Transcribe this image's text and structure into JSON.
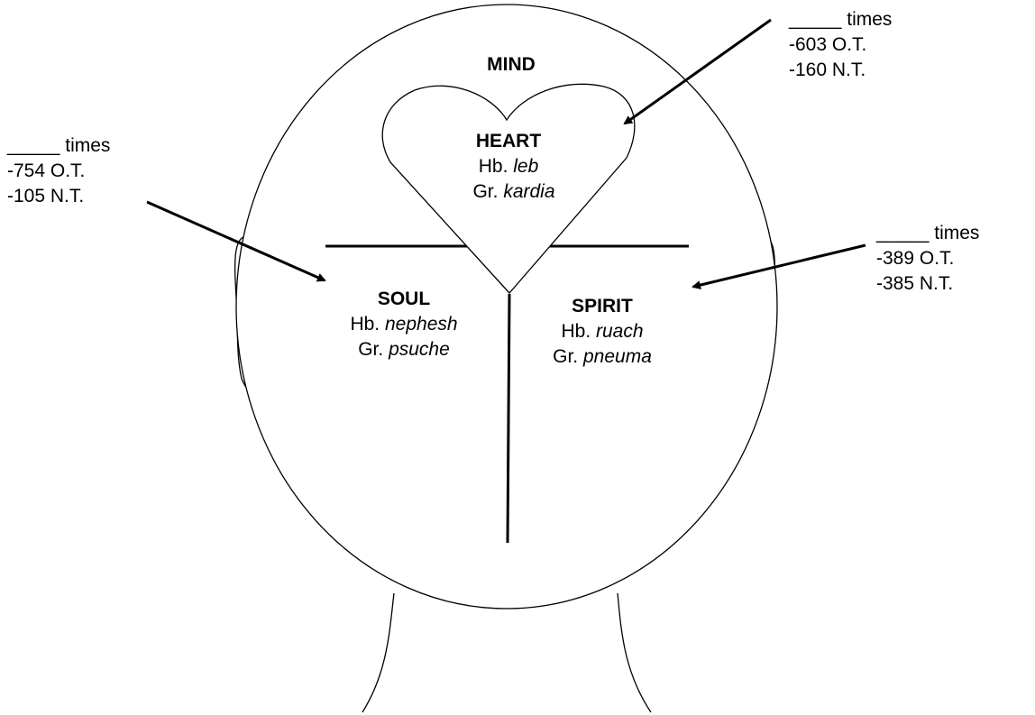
{
  "mind": {
    "title": "MIND"
  },
  "heart": {
    "title": "HEART",
    "hb_prefix": "Hb.",
    "hb_word": "leb",
    "gr_prefix": "Gr.",
    "gr_word": "kardia"
  },
  "soul": {
    "title": "SOUL",
    "hb_prefix": "Hb.",
    "hb_word": "nephesh",
    "gr_prefix": "Gr.",
    "gr_word": "psuche"
  },
  "spirit": {
    "title": "SPIRIT",
    "hb_prefix": "Hb.",
    "hb_word": "ruach",
    "gr_prefix": "Gr.",
    "gr_word": "pneuma"
  },
  "callouts": {
    "heart": {
      "blank": "_____ times",
      "ot": "-603 O.T.",
      "nt": "-160 N.T."
    },
    "soul": {
      "blank": "_____ times",
      "ot": "-754 O.T.",
      "nt": "-105 N.T."
    },
    "spirit": {
      "blank": "_____ times",
      "ot": "-389 O.T.",
      "nt": "-385 N.T."
    }
  }
}
